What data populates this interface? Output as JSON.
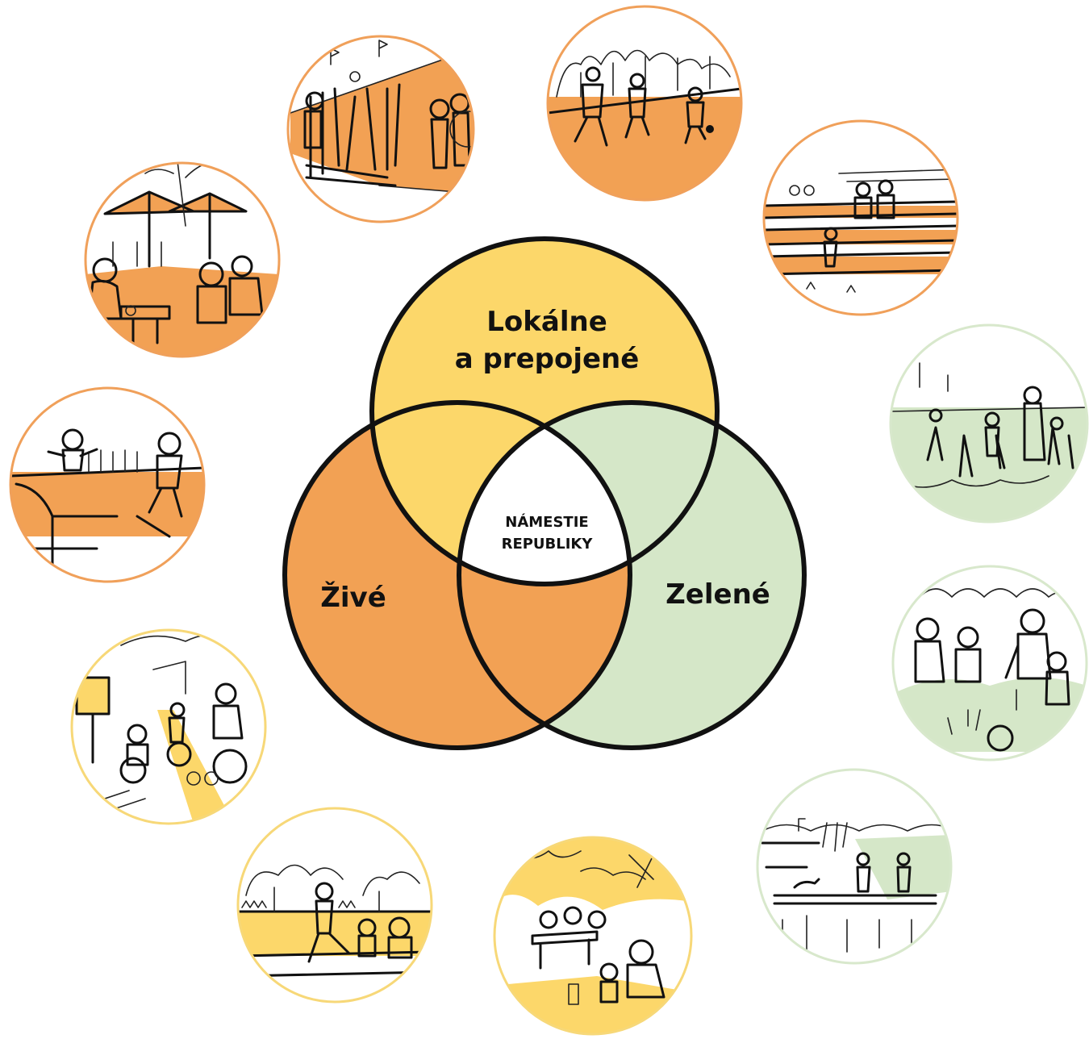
{
  "venn": {
    "top_label_line1": "Lokálne",
    "top_label_line2": "a prepojené",
    "left_label": "Živé",
    "right_label": "Zelené",
    "center_line1": "NÁMESTIE",
    "center_line2": "REPUBLIKY"
  },
  "colors": {
    "orange": "#f2a154",
    "yellow": "#fcd76a",
    "green": "#d5e7c8",
    "outline": "#111111",
    "orange_ring": "#f0a05a",
    "yellow_ring": "#f7d878",
    "green_ring": "#d8e8cc"
  },
  "illustrations": [
    {
      "name": "climbing-playground-illustration",
      "theme": "orange"
    },
    {
      "name": "football-illustration",
      "theme": "orange"
    },
    {
      "name": "steps-seating-illustration",
      "theme": "orange"
    },
    {
      "name": "cafe-terrace-illustration",
      "theme": "orange"
    },
    {
      "name": "skatepark-illustration",
      "theme": "orange"
    },
    {
      "name": "green-meadow-illustration",
      "theme": "green"
    },
    {
      "name": "community-garden-illustration",
      "theme": "green"
    },
    {
      "name": "cycle-path-illustration",
      "theme": "yellow"
    },
    {
      "name": "riverside-running-illustration",
      "theme": "yellow"
    },
    {
      "name": "park-picnic-illustration",
      "theme": "yellow"
    },
    {
      "name": "pond-boardwalk-illustration",
      "theme": "green"
    }
  ]
}
